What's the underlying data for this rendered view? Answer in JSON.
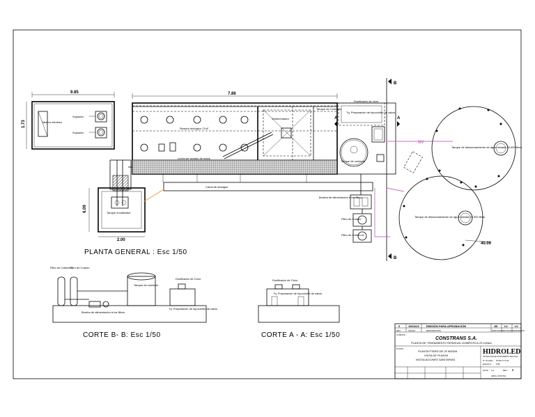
{
  "dimensions": {
    "dim_985": "9.85",
    "dim_786": "7.86",
    "dim_173": "1.73",
    "dim_609": "6.09",
    "dim_200": "2.00",
    "dim_4000": "40.00"
  },
  "plan": {
    "section_b_top": "B",
    "section_b_bottom": "B",
    "section_a_left": "A",
    "section_a_right": "A",
    "nv": "NV",
    "plan_title": "PLANTA GENERAL : Esc 1/50"
  },
  "labels": {
    "tablero": "Tablero eléctrico",
    "soplador1": "Soplador",
    "soplador2": "Soplador",
    "reactor": "Reactor biológico 17m³",
    "sedimentador": "Sedimentador",
    "dosificador_top": "Dosificador de cloro",
    "tanque_contacto_top": "Tanque de Contacto",
    "tq_hipoclorito_top": "Tq. Preparación de hipoclorito de calcio",
    "tanque_cisterna": "Tanque de contacto",
    "lecho_secado": "Lecho de secado de lodos",
    "canal_desague": "Canal de desagüe",
    "tanque_ecualizador": "Tanque ecualizador",
    "bomba_alim": "Bomba de alimentación a los filtros",
    "filtro_cuarzo": "Filtro de Cuarzo",
    "filtro_carbon": "Filtro de Carbón A.",
    "tanque_alm_1": "Tanque de almacenamiento de agua tratada 25,000 litros",
    "tanque_alm_2": "Tanque de almacenamiento de agua tratada 25,000 litros"
  },
  "corte_b": {
    "title": "CORTE B- B: Esc 1/50",
    "filtro_carbon": "Filtro de Carbón A.",
    "filtro_cuarzo": "Filtro de Cuarzo",
    "tanque_contacto": "Tanque de contacto",
    "dosificador": "Dosificador de Cloro",
    "bomba": "Bomba de alimentación a los filtros",
    "tq_prep": "Tq. Preparación de hipoclorito de calcio"
  },
  "corte_a": {
    "title": "CORTE A - A: Esc 1/50",
    "dosificador": "Dosificador de Cloro",
    "tq_prep": "Tq. Preparación de hipoclorito de calcio"
  },
  "titleblock": {
    "rev_no": "0",
    "rev_date": "15/04/23",
    "rev_desc": "EMISIÓN PARA APROBACIÓN",
    "rev_by": "JB",
    "rev_chk": "LV",
    "rev_app": "LV",
    "h_rev": "REV.",
    "h_fecha": "FECHA",
    "h_desc": "DESCRIPCIÓN",
    "h_dib": "DIBUJADO",
    "h_rev2": "REVISADO",
    "h_apr": "APROBADO",
    "cliente_label": "CLIENTE :",
    "company": "CONSTRANS S.A.",
    "project": "PLANTA DE TRATAMIENTO RESIDUAL DOMÉSTICA 20 m3/día",
    "plano_label": "PLANO :",
    "plano_1": "PLANTA PTARD DE 20 M3/DIA",
    "plano_2": "VISTA DE PLANTA",
    "plano_3": "INSTALACIONES SANITARIAS",
    "brand": "HIDROLED",
    "brand_sub": "TECNOLOGÍA EN TRATAMIENTO DE AGUA",
    "plano_no_label": "N° PLANO :",
    "plano_no": "PTAR-TTT-02",
    "escala_label": "ESCALA :",
    "escala": "1/50",
    "hoja_label": "HOJA :",
    "hoja": "1/1",
    "rev_label": "REV :",
    "rev": "0",
    "archivo": "ARCH. DIGITAL"
  }
}
